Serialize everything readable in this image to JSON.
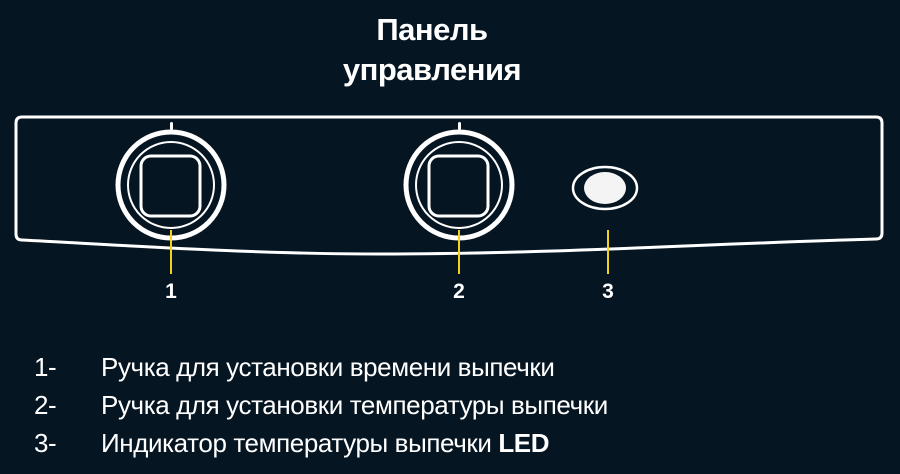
{
  "title": {
    "line1": "Панель",
    "line2": "управления"
  },
  "colors": {
    "background": "#061522",
    "outline": "#ffffff",
    "callout_line": "#f2d21b"
  },
  "diagram": {
    "components": [
      {
        "id": 1,
        "type": "knob",
        "label": "1"
      },
      {
        "id": 2,
        "type": "knob",
        "label": "2"
      },
      {
        "id": 3,
        "type": "led-indicator",
        "label": "3"
      }
    ]
  },
  "legend": [
    {
      "number": "1-",
      "text": "Ручка  для установки времени выпечки",
      "bold_suffix": ""
    },
    {
      "number": "2-",
      "text": "Ручка для установки температуры выпечки",
      "bold_suffix": ""
    },
    {
      "number": "3-",
      "text": "Индикатор температуры выпечки ",
      "bold_suffix": "LED"
    }
  ]
}
